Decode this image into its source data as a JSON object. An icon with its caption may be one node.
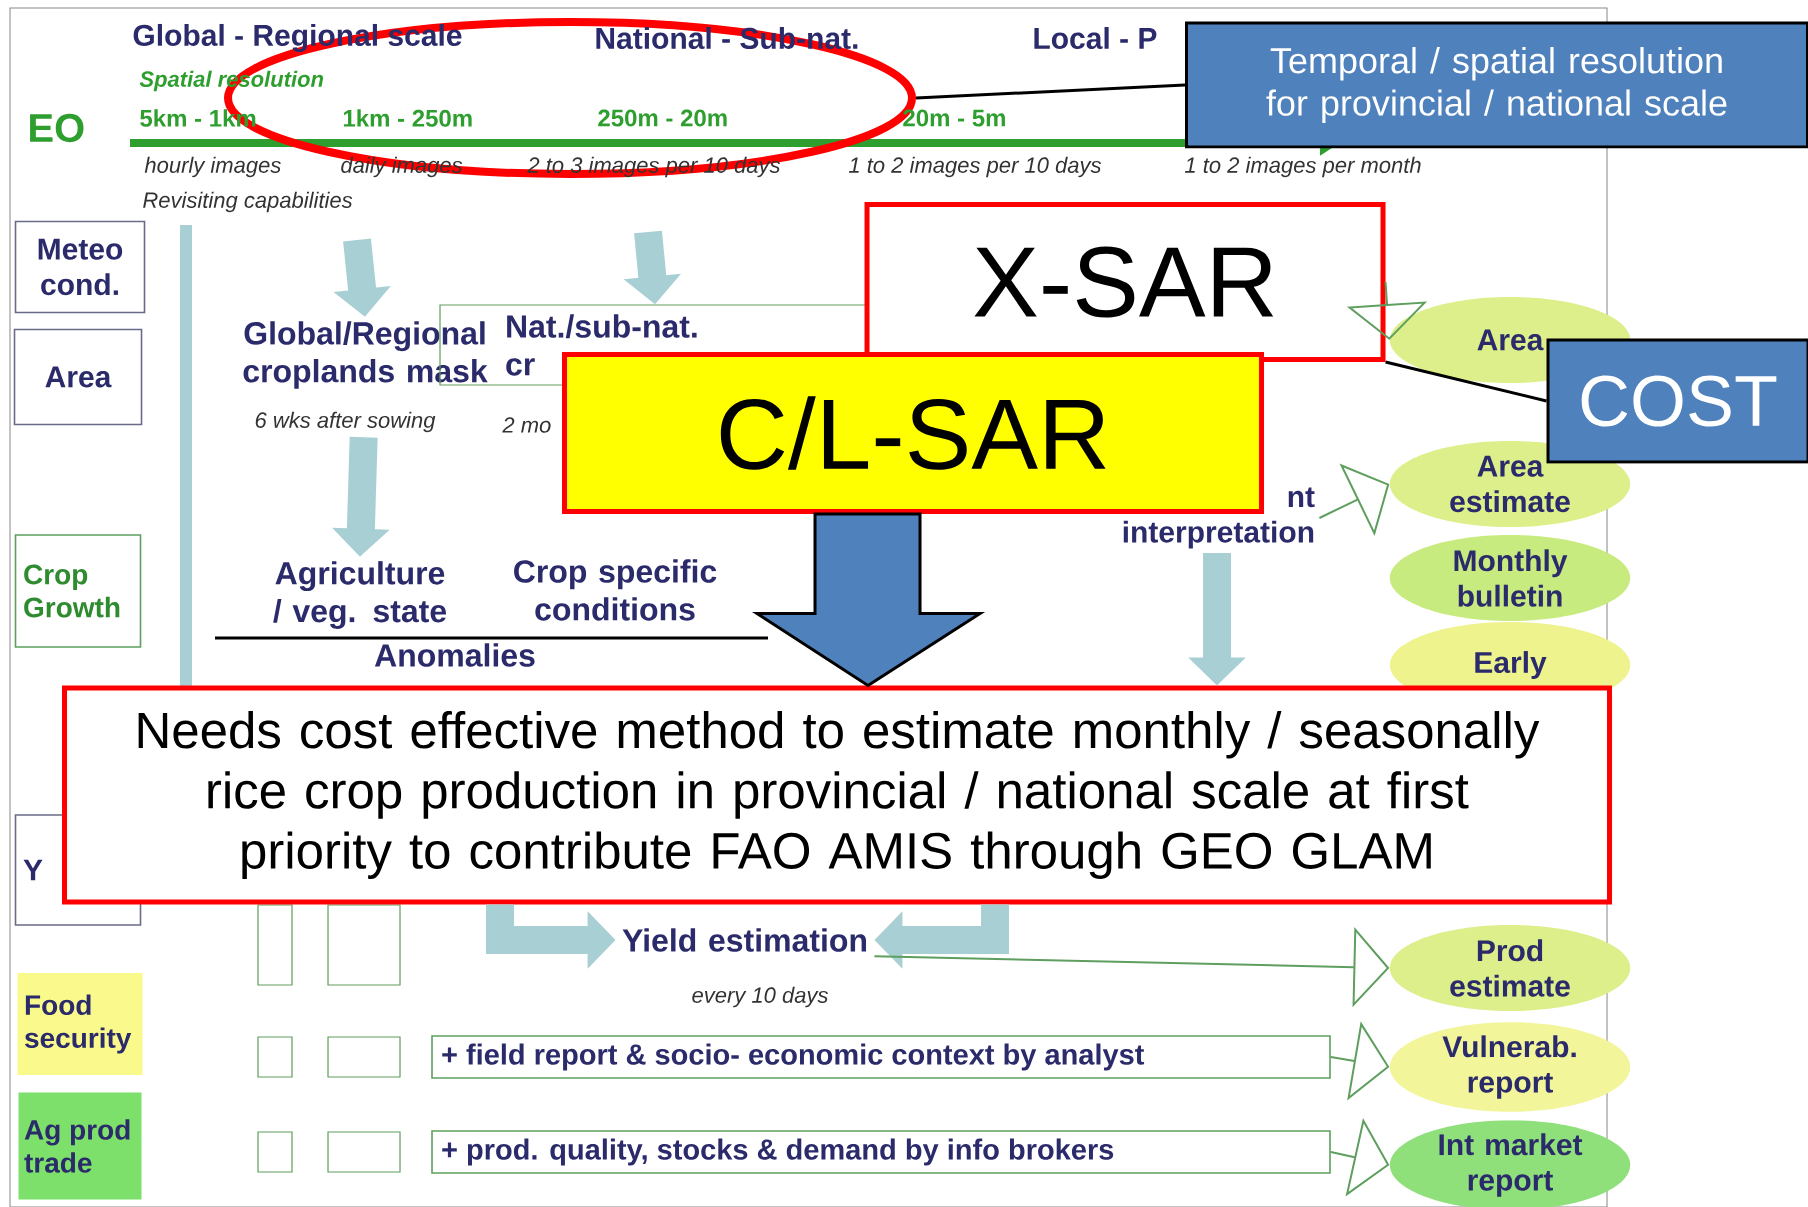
{
  "diagram": {
    "nodes": [
      {
        "text": [
          "Temporal / spatial resolution for provincial / national scale"
        ]
      },
      {
        "text": [],
        "shape": "circle"
      },
      {
        "text": [
          "COST"
        ]
      },
      {
        "text": [
          "X-SAR"
        ]
      },
      {
        "text": [
          "C/L-SAR"
        ]
      },
      {
        "text": [
          "Meteo cond."
        ]
      },
      {
        "text": [
          "Area"
        ]
      },
      {
        "text": [
          "Crop Growth"
        ]
      },
      {
        "text": [
          "Y"
        ]
      },
      {
        "text": [
          "Food security"
        ]
      },
      {
        "text": [
          "Ag prod trade"
        ]
      },
      {
        "text": [
          "Global/Regional croplands mask"
        ],
        "beside": [
          "6 wks after sowing"
        ]
      },
      {
        "text": [
          "Nat./sub-nat.",
          "cr"
        ]
      },
      {
        "text": [
          "nt interpretation"
        ]
      },
      {
        "text": [
          "Agriculture / veg. state"
        ]
      },
      {
        "text": [
          "Crop specific conditions"
        ]
      },
      {
        "text": [
          "Needs cost effective method to estimate monthly / seasonally rice crop production in provincial / national scale at first priority to contribute FAO AMIS through GEO  GLAM"
        ]
      },
      {
        "text": [
          "Yield estimation"
        ],
        "beside": [
          "every 10 days"
        ]
      },
      {
        "text": [
          "+ field report & socio- economic context by analyst"
        ]
      },
      {
        "text": [
          "+ prod. quality, stocks & demand by info brokers"
        ]
      },
      {
        "text": [
          "Area"
        ]
      },
      {
        "text": [
          "Area estimate"
        ]
      },
      {
        "text": [
          "Monthly bulletin"
        ]
      },
      {
        "text": [
          "Early"
        ]
      },
      {
        "text": [
          "Prod estimate"
        ]
      },
      {
        "text": [
          "Vulnerab. report"
        ]
      },
      {
        "text": [
          "Int market report"
        ]
      }
    ],
    "edges": [
      {
        "from": 0,
        "to": 1,
        "arrow": "none",
        "color": "#000000"
      },
      {
        "from": 2,
        "to": 3,
        "arrow": "none",
        "color": "#000000"
      },
      {
        "from": null,
        "to": 11,
        "arrow": "to",
        "style": "thick"
      },
      {
        "from": null,
        "to": 12,
        "arrow": "to",
        "style": "thick"
      },
      {
        "from": 11,
        "to": 14,
        "arrow": "to",
        "style": "thick"
      },
      {
        "from": 4,
        "to": 16,
        "arrow": "to",
        "style": "thick",
        "color": "#4f81bd"
      },
      {
        "from": 16,
        "to": 17,
        "arrow": "to",
        "style": "thick"
      },
      {
        "from": 16,
        "to": 17,
        "arrow": "to",
        "style": "thick"
      },
      {
        "from": 13,
        "to": 16,
        "arrow": "to",
        "style": "thick"
      },
      {
        "from": 3,
        "to": 20,
        "arrow": "to",
        "color": "#5e9e5e"
      },
      {
        "from": 13,
        "to": 21,
        "arrow": "to",
        "color": "#5e9e5e"
      },
      {
        "from": 17,
        "to": 24,
        "arrow": "to",
        "color": "#5e9e5e"
      },
      {
        "from": 18,
        "to": 25,
        "arrow": "to",
        "color": "#5e9e5e"
      },
      {
        "from": 19,
        "to": 26,
        "arrow": "to",
        "color": "#5e9e5e"
      }
    ],
    "labels": [
      "Global - Regional scale",
      "National - Sub-nat.",
      "Local - P",
      "Spatial resolution",
      "EO",
      "5km - 1km",
      "1km - 250m",
      "250m - 20m",
      "20m - 5m",
      "hourly images",
      "daily images",
      "2 to 3 images per 10 days",
      "1 to 2 images per 10 days",
      "1 to 2 images per month",
      "Revisiting capabilities",
      "2 mo",
      "Anomalies"
    ]
  }
}
